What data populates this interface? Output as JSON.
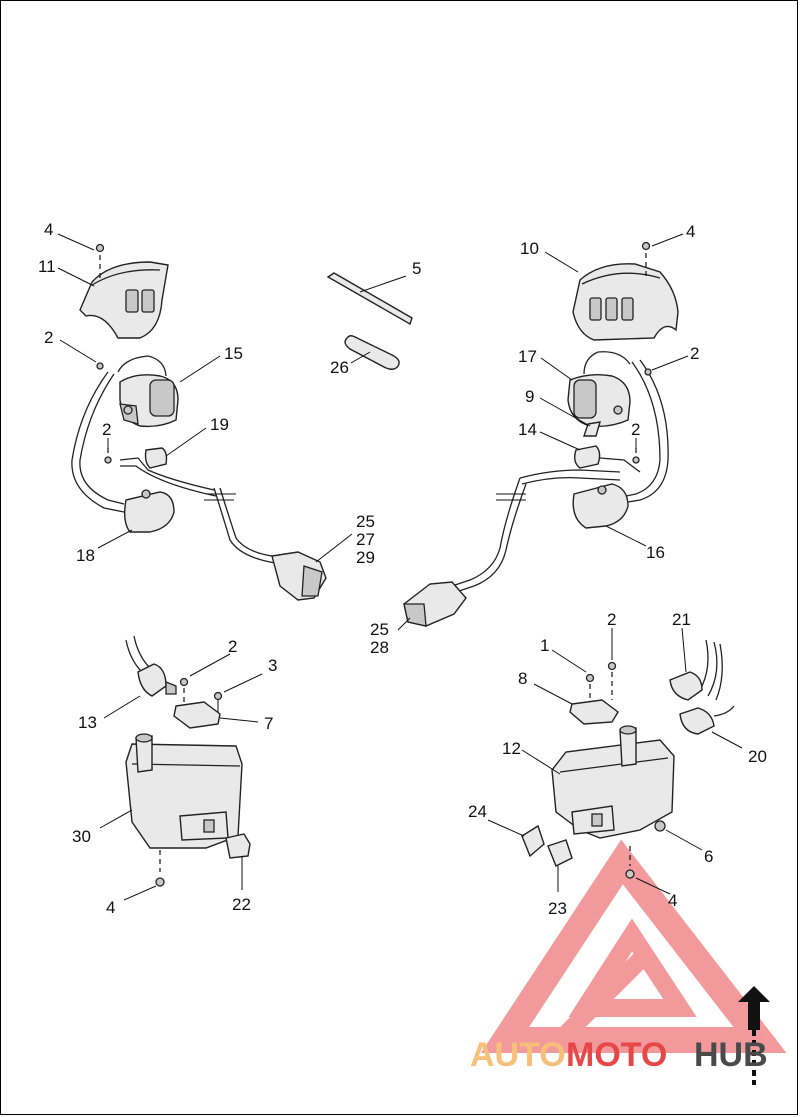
{
  "diagram": {
    "callouts": [
      {
        "id": "c4a",
        "text": "4"
      },
      {
        "id": "c11",
        "text": "11"
      },
      {
        "id": "c5",
        "text": "5"
      },
      {
        "id": "c10",
        "text": "10"
      },
      {
        "id": "c4b",
        "text": "4"
      },
      {
        "id": "c2a",
        "text": "2"
      },
      {
        "id": "c15",
        "text": "15"
      },
      {
        "id": "c26",
        "text": "26"
      },
      {
        "id": "c17",
        "text": "17"
      },
      {
        "id": "c2b",
        "text": "2"
      },
      {
        "id": "c9",
        "text": "9"
      },
      {
        "id": "c2c",
        "text": "2"
      },
      {
        "id": "c19",
        "text": "19"
      },
      {
        "id": "c14",
        "text": "14"
      },
      {
        "id": "c2d",
        "text": "2"
      },
      {
        "id": "c25a",
        "text": "25"
      },
      {
        "id": "c27",
        "text": "27"
      },
      {
        "id": "c29",
        "text": "29"
      },
      {
        "id": "c18",
        "text": "18"
      },
      {
        "id": "c16",
        "text": "16"
      },
      {
        "id": "c25b",
        "text": "25"
      },
      {
        "id": "c28",
        "text": "28"
      },
      {
        "id": "c2e",
        "text": "2"
      },
      {
        "id": "c3",
        "text": "3"
      },
      {
        "id": "c13",
        "text": "13"
      },
      {
        "id": "c7",
        "text": "7"
      },
      {
        "id": "c30",
        "text": "30"
      },
      {
        "id": "c4c",
        "text": "4"
      },
      {
        "id": "c22",
        "text": "22"
      },
      {
        "id": "c2f",
        "text": "2"
      },
      {
        "id": "c1",
        "text": "1"
      },
      {
        "id": "c21",
        "text": "21"
      },
      {
        "id": "c8",
        "text": "8"
      },
      {
        "id": "c12",
        "text": "12"
      },
      {
        "id": "c20",
        "text": "20"
      },
      {
        "id": "c24",
        "text": "24"
      },
      {
        "id": "c6",
        "text": "6"
      },
      {
        "id": "c23",
        "text": "23"
      },
      {
        "id": "c4d",
        "text": "4"
      }
    ]
  },
  "watermark": {
    "text_auto": "AUTO",
    "text_moto": "MOTO",
    "text_hub": "HUB",
    "color_light": "#f6c07a",
    "color_red": "#e8474a",
    "color_dark": "#4a4a4a"
  }
}
